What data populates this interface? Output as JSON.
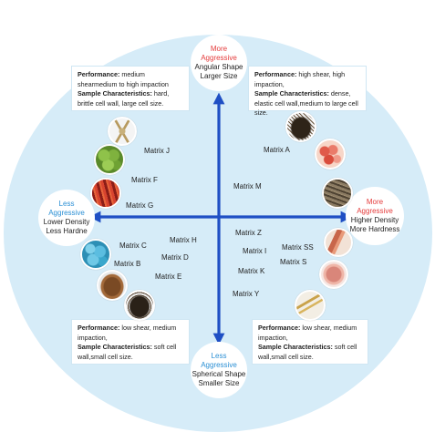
{
  "poles": {
    "top": {
      "line1": "More",
      "line2": "Aggressive",
      "line3": "Angular Shape",
      "line4": "Larger Size"
    },
    "bottom": {
      "line1": "Less",
      "line2": "Aggressive",
      "line3": "Spherical Shape",
      "line4": "Smaller Size"
    },
    "left": {
      "line1": "Less",
      "line2": "Aggressive",
      "line3": "Lower Density",
      "line4": "Less Hardne"
    },
    "right": {
      "line1": "More",
      "line2": "Aggressive",
      "line3": "Higher Density",
      "line4": "More Hardness"
    }
  },
  "boxes": {
    "top_left": {
      "perf_label": "Performance:",
      "perf_text": "medium shearmedium to high impaction",
      "samp_label": "Sample Characteristics:",
      "samp_text": "hard, brittle cell wall, large cell size."
    },
    "top_right": {
      "perf_label": "Performance:",
      "perf_text": "high shear, high impaction,",
      "samp_label": "Sample Characteristics:",
      "samp_text": "dense, elastic cell wall,medium to large cell size."
    },
    "bottom_left": {
      "perf_label": "Performance:",
      "perf_text": "low shear, medium impaction,",
      "samp_label": "Sample Characteristics:",
      "samp_text": "soft cell wall,small cell size."
    },
    "bottom_right": {
      "perf_label": "Performance:",
      "perf_text": "low shear, medium impaction,",
      "samp_label": "Sample Characteristics:",
      "samp_text": "soft cell wall,small cell size."
    }
  },
  "matrices": {
    "J": "Matrix J",
    "F": "Matrix F",
    "G": "Matrix G",
    "C": "Matrix C",
    "B": "Matrix B",
    "E": "Matrix E",
    "H": "Matrix H",
    "D": "Matrix D",
    "A": "Matrix A",
    "M": "Matrix M",
    "Z": "Matrix Z",
    "I": "Matrix I",
    "K": "Matrix K",
    "Y": "Matrix Y",
    "SS": "Matrix SS",
    "S": "Matrix S"
  },
  "colors": {
    "background_circle": "#d6ecf8",
    "axis_arrow": "#1f4fc4",
    "more_aggressive": "#e43b3b",
    "less_aggressive": "#2a8fd4"
  }
}
